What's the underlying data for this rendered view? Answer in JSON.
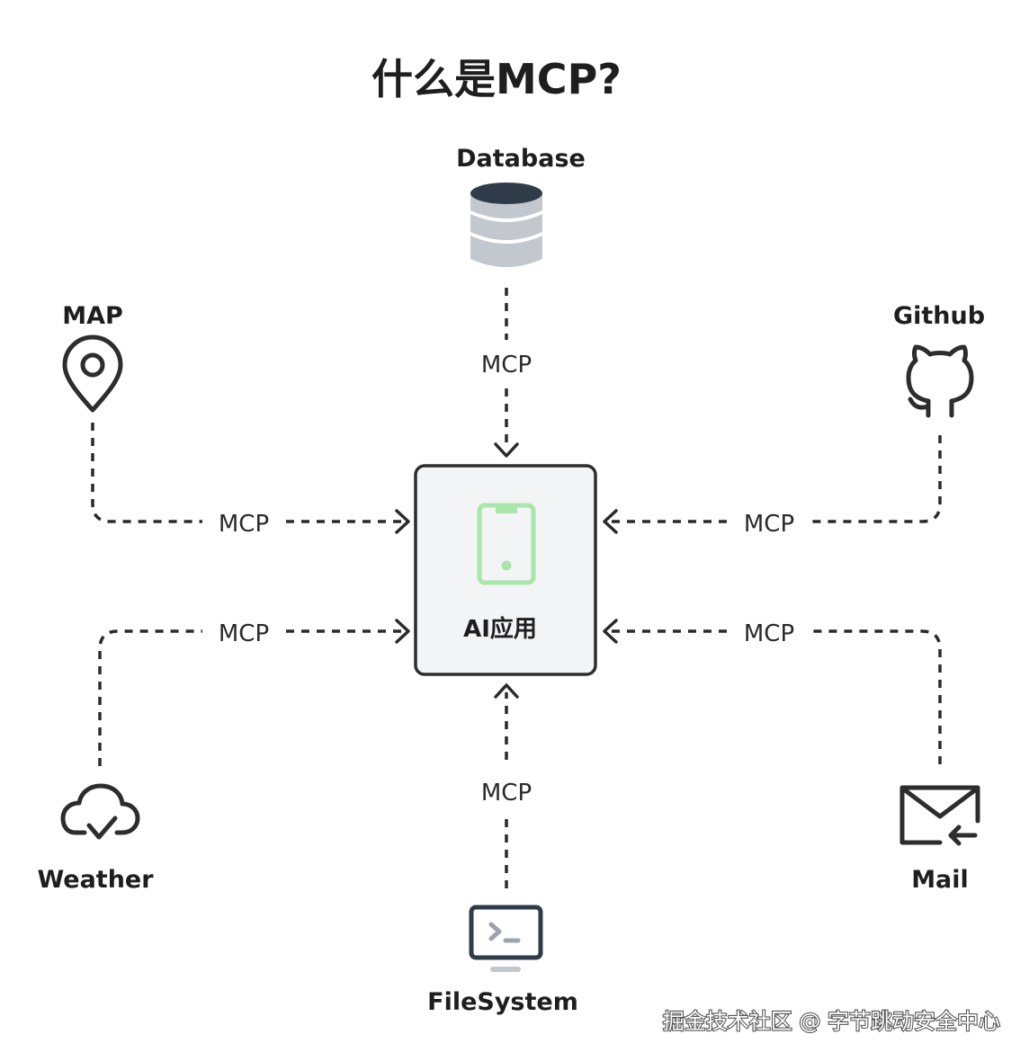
{
  "title": "什么是MCP?",
  "center": {
    "label": "AI应用",
    "icon": "mobile-phone-icon",
    "accent": "#a9e6a9",
    "fill": "#f3f4f6"
  },
  "nodes": {
    "database": {
      "label": "Database",
      "icon": "database-icon"
    },
    "map": {
      "label": "MAP",
      "icon": "map-pin-icon"
    },
    "github": {
      "label": "Github",
      "icon": "github-icon"
    },
    "weather": {
      "label": "Weather",
      "icon": "cloud-check-icon"
    },
    "mail": {
      "label": "Mail",
      "icon": "mail-icon"
    },
    "filesystem": {
      "label": "FileSystem",
      "icon": "terminal-icon"
    }
  },
  "edges": {
    "database": "MCP",
    "map": "MCP",
    "github": "MCP",
    "weather": "MCP",
    "mail": "MCP",
    "filesystem": "MCP"
  },
  "watermark": "掘金技术社区 @ 字节跳动安全中心"
}
